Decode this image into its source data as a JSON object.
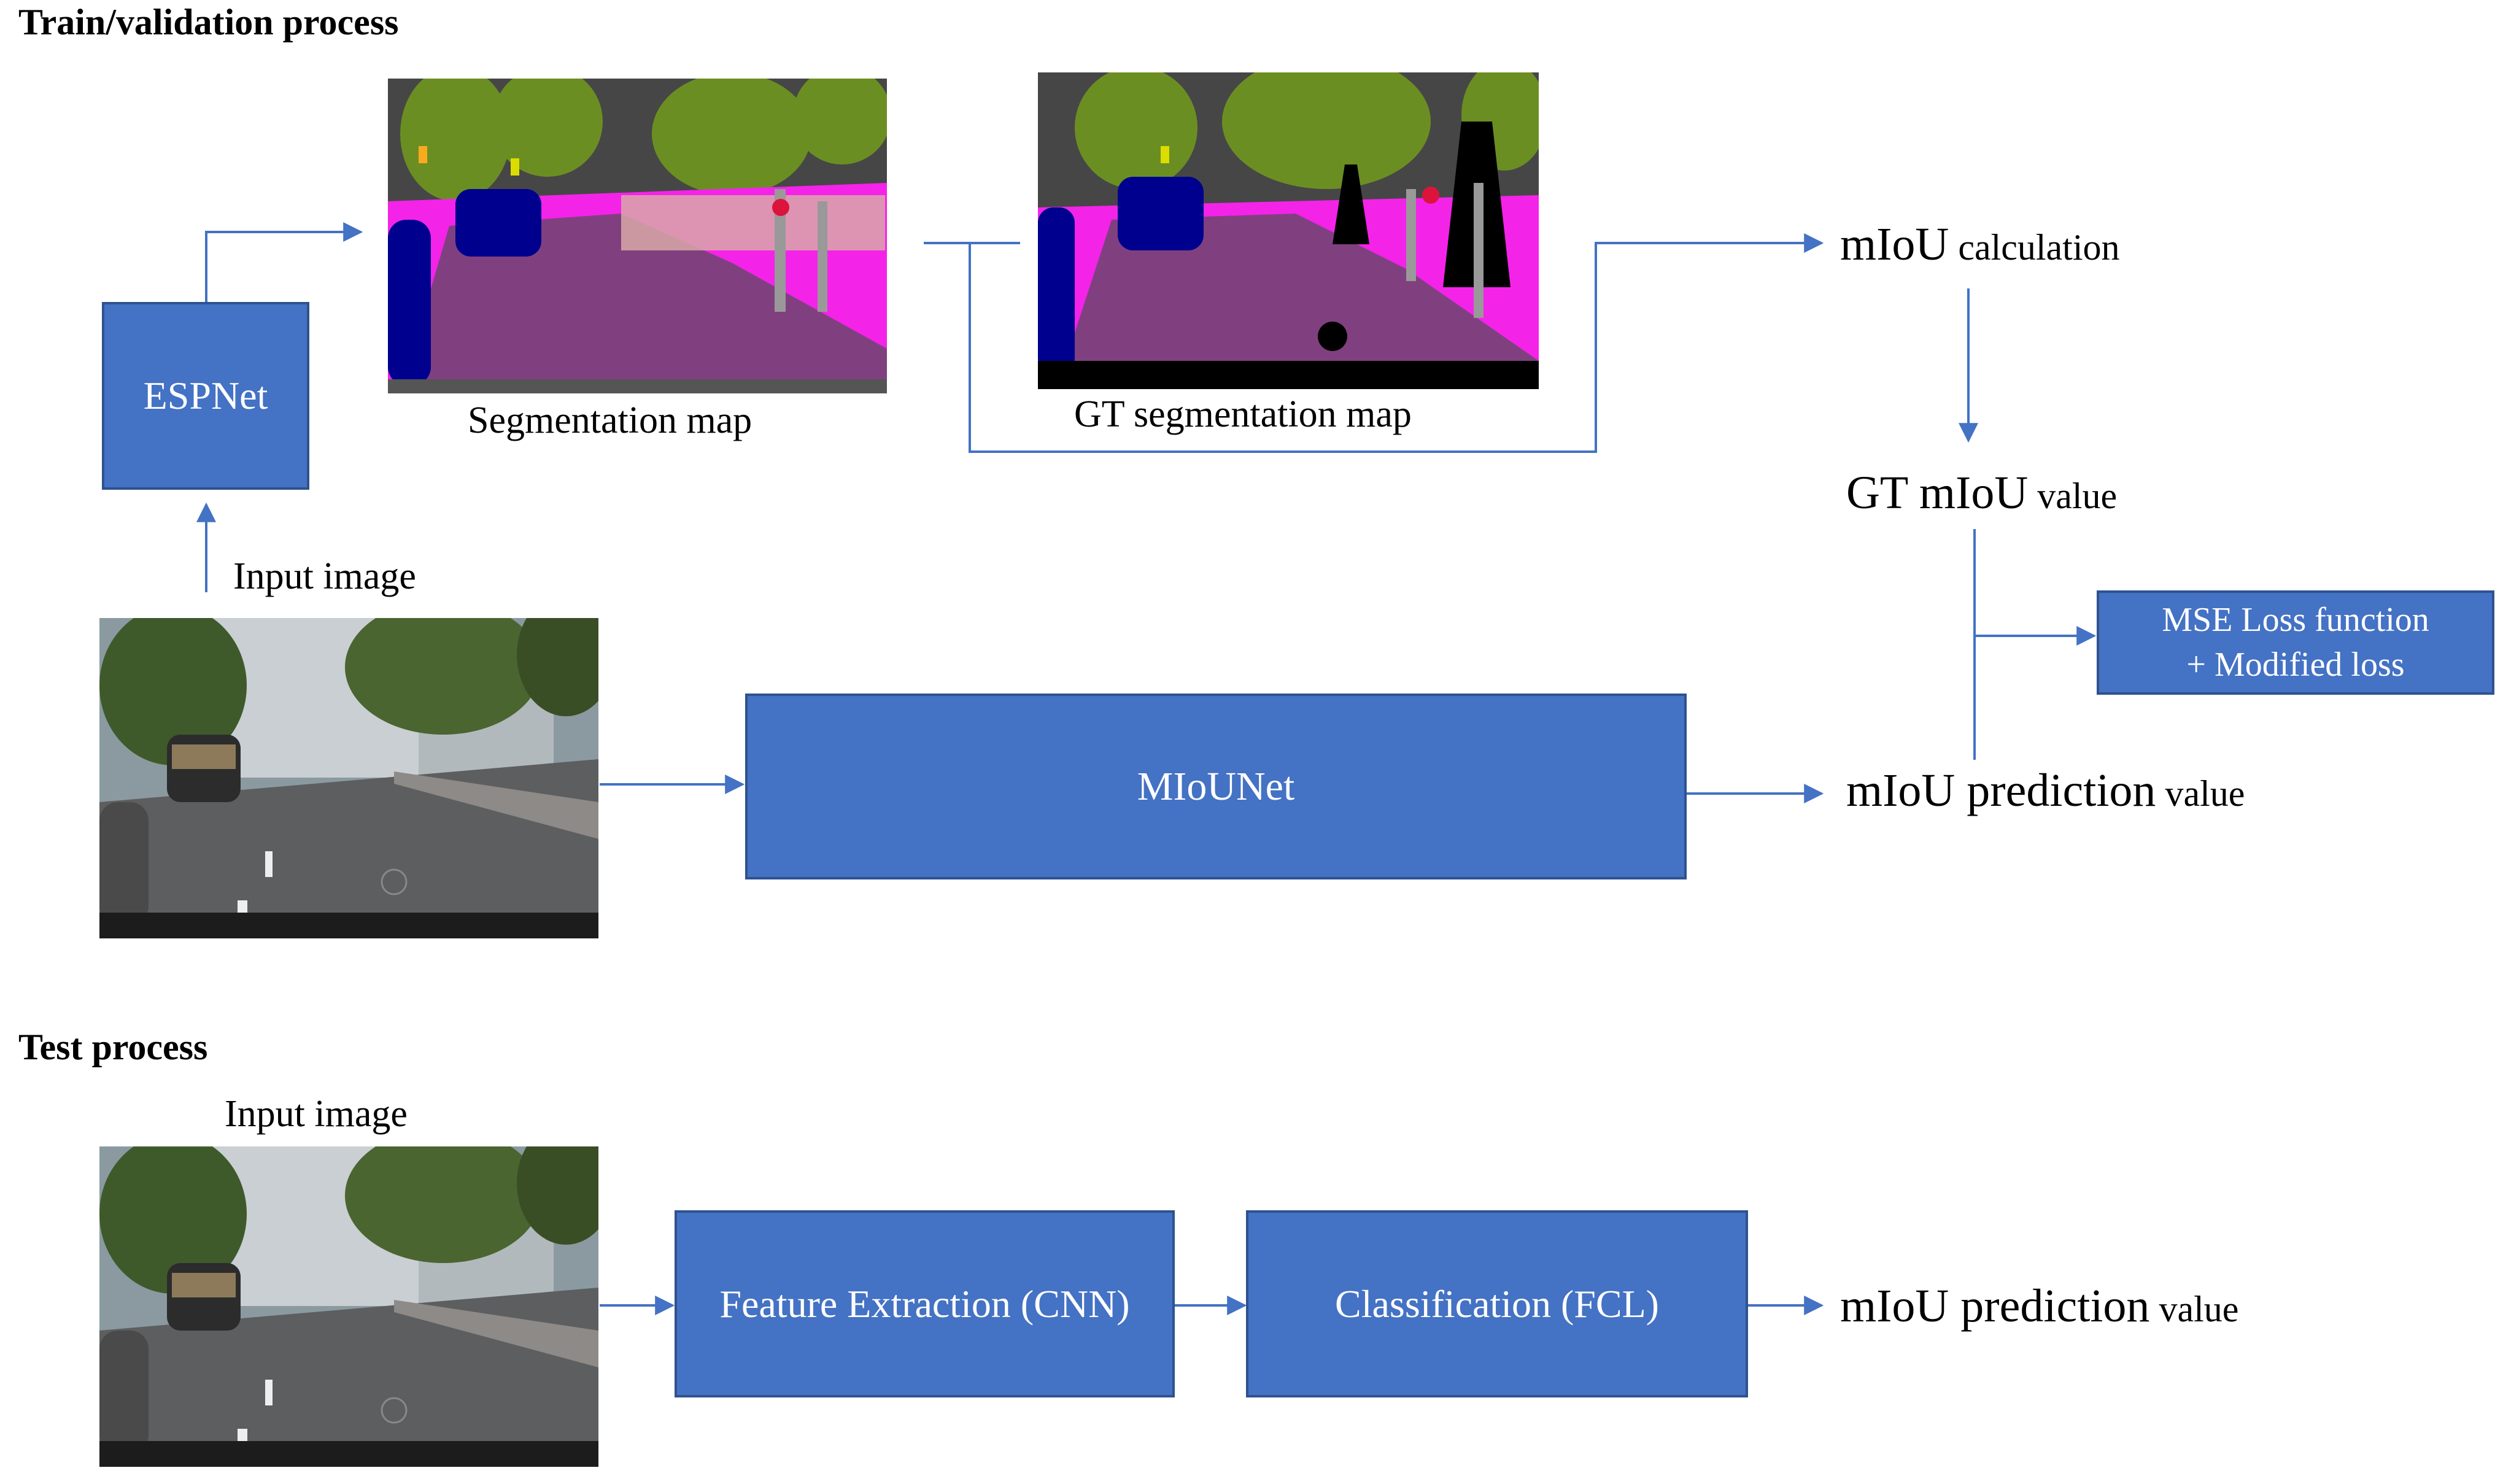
{
  "train": {
    "heading": "Train/validation process",
    "espnet": "ESPNet",
    "seg_map_caption": "Segmentation map",
    "gt_seg_map_caption": "GT segmentation map",
    "input_image_label": "Input image",
    "miou_calc": {
      "main": "mIoU",
      "suffix": " calculation"
    },
    "gt_miou": {
      "main": "GT mIoU",
      "suffix": " value"
    },
    "loss_box": {
      "line1": "MSE Loss function",
      "line2": "+ Modified loss"
    },
    "miounet": "MIoUNet",
    "miou_pred": {
      "main": "mIoU prediction",
      "suffix": " value"
    }
  },
  "test": {
    "heading": "Test process",
    "input_image_label": "Input image",
    "feature_box": "Feature Extraction (CNN)",
    "classification_box": "Classification (FCL)",
    "miou_pred": {
      "main": "mIoU prediction",
      "suffix": " value"
    }
  },
  "colors": {
    "box_fill": "#4472c4",
    "box_border": "#2f528f",
    "arrow": "#4472c4",
    "seg_road": "#804080",
    "seg_sidewalk": "#f423e8",
    "seg_vegetation": "#6b8e23",
    "seg_car": "#00008e",
    "seg_building": "#464646"
  }
}
